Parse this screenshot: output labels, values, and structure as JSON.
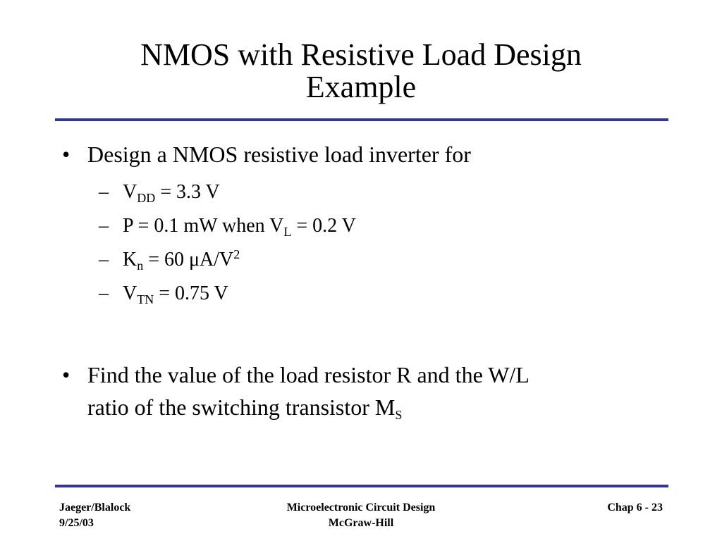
{
  "slide": {
    "title_line1": "NMOS with Resistive Load Design",
    "title_line2": "Example"
  },
  "bullets": {
    "bullet1": {
      "marker": "•",
      "text": "Design a NMOS resistive load inverter for"
    },
    "sub_items": {
      "dash": "–",
      "vdd": {
        "main": "V",
        "sub": "DD",
        "rest": " = 3.3 V"
      },
      "power": {
        "main": "P = 0.1 mW when V",
        "sub": "L",
        "rest": " = 0.2 V"
      },
      "kn": {
        "main": "K",
        "sub": "n",
        "rest": " = 60 μA/V",
        "sup": "2"
      },
      "vtn": {
        "main": "V",
        "sub": "TN",
        "rest": " = 0.75 V"
      }
    },
    "bullet2": {
      "marker": "•",
      "line1": "Find the value of the load resistor R and the W/L",
      "line2_main": "ratio of the switching transistor M",
      "line2_sub": "S"
    }
  },
  "footer": {
    "left_line1": "Jaeger/Blalock",
    "left_line2": "9/25/03",
    "center_line1": "Microelectronic Circuit Design",
    "center_line2": "McGraw-Hill",
    "right_line1": "Chap 6 - 23"
  },
  "colors": {
    "rule": "#333399",
    "text": "#000000",
    "background": "#ffffff"
  }
}
